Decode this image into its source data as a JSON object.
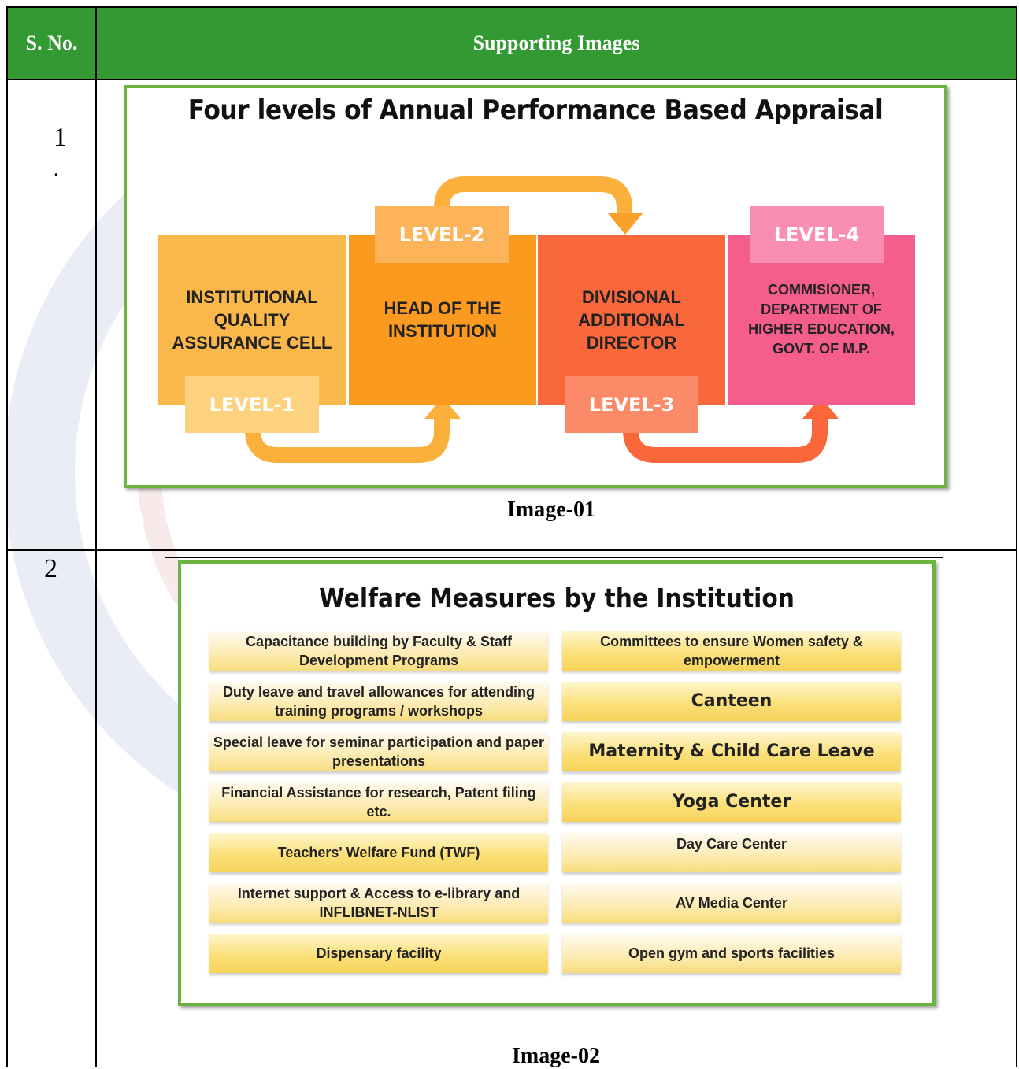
{
  "header": {
    "sno": "S. No.",
    "images": "Supporting Images"
  },
  "rows": [
    {
      "sno": "1",
      "sno_dot": ".",
      "caption": "Image-01"
    },
    {
      "sno": "2",
      "caption": "Image-02"
    }
  ],
  "appraisal": {
    "title": "Four levels of Annual Performance Based Appraisal",
    "levels": [
      {
        "tag": "LEVEL-1",
        "text": "INSTITUTIONAL QUALITY ASSURANCE CELL",
        "color": "#fbb84a",
        "tag_color": "#fcd27e"
      },
      {
        "tag": "LEVEL-2",
        "text": "HEAD OF THE INSTITUTION",
        "color": "#fb9a1e",
        "tag_color": "#fcb35a"
      },
      {
        "tag": "LEVEL-3",
        "text": "DIVISIONAL ADDITIONAL DIRECTOR",
        "color": "#f9673a",
        "tag_color": "#fb8a68"
      },
      {
        "tag": "LEVEL-4",
        "text": "COMMISIONER, DEPARTMENT OF HIGHER EDUCATION, GOVT. OF M.P.",
        "color": "#f45d8c",
        "tag_color": "#f98eb1"
      }
    ]
  },
  "welfare": {
    "title": "Welfare Measures by the Institution",
    "left": [
      "Capacitance building by Faculty & Staff Development Programs",
      "Duty leave and travel allowances for attending training programs / workshops",
      "Special leave for seminar participation and paper presentations",
      "Financial Assistance for research, Patent filing etc.",
      "Teachers' Welfare Fund (TWF)",
      "Internet support & Access to e-library and INFLIBNET-NLIST",
      "Dispensary facility"
    ],
    "right": [
      "Committees to ensure Women safety & empowerment",
      "Canteen",
      "Maternity & Child Care Leave",
      "Yoga Center",
      "Day Care Center",
      "AV Media Center",
      "Open gym and sports facilities"
    ]
  }
}
